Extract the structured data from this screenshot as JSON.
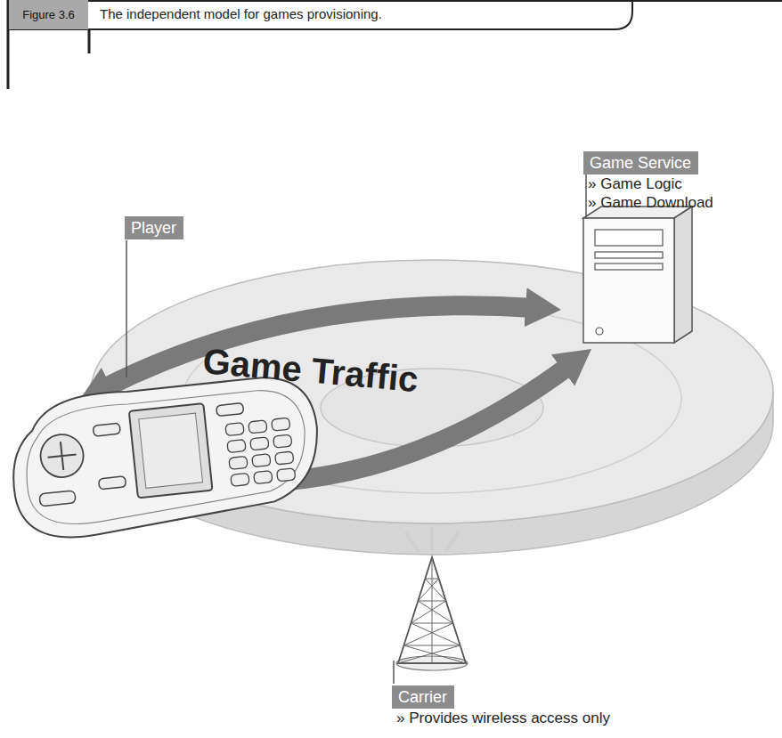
{
  "diagram": {
    "title": "Figure 3.6",
    "caption": "The independent model for games provisioning.",
    "nodes": [
      {
        "text": [
          "Player"
        ]
      },
      {
        "text": [
          "Game Service",
          "» Game Logic",
          "» Game Download"
        ]
      },
      {
        "text": [
          "Carrier",
          "» Provides wireless access only"
        ]
      }
    ],
    "edges": [
      {
        "from": 0,
        "to": 1,
        "arrow": "both",
        "label": "Game Traffic"
      },
      {
        "from": 0,
        "to": 1,
        "arrow": "both"
      }
    ]
  }
}
